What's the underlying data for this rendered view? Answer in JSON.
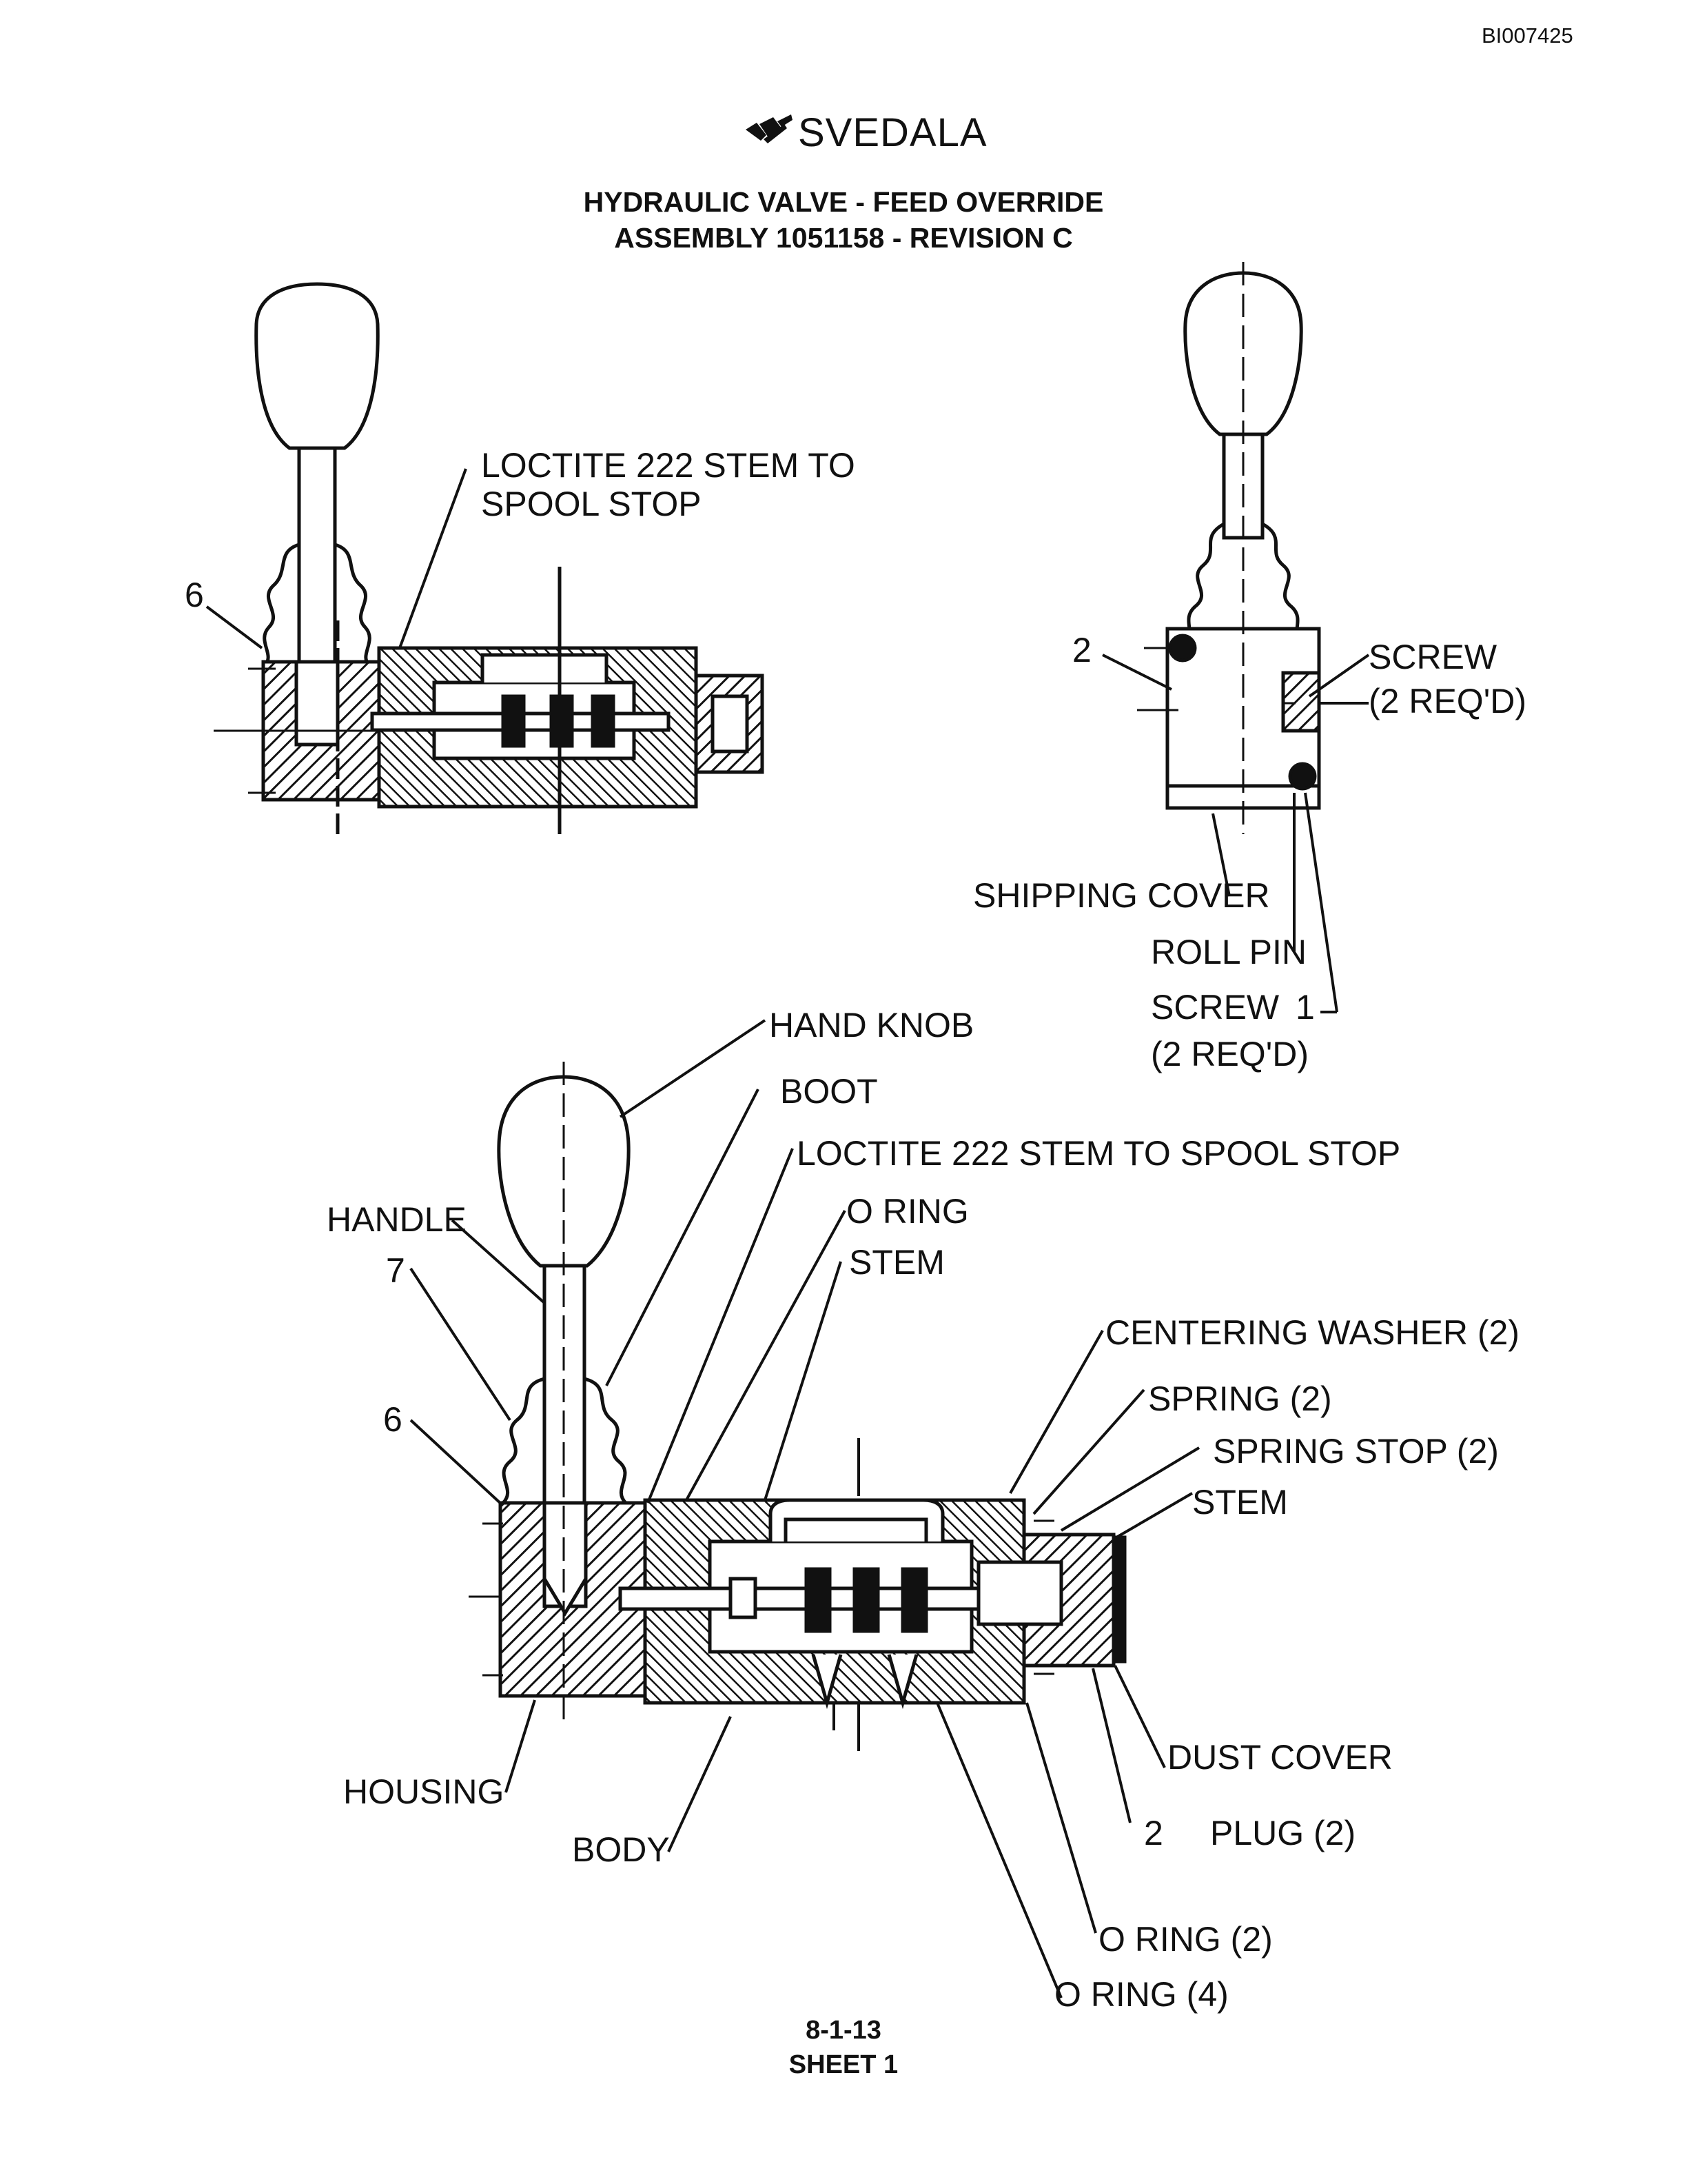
{
  "header": {
    "doc_id": "BI007425",
    "brand": "SVEDALA",
    "title_line1": "HYDRAULIC VALVE - FEED OVERRIDE",
    "title_line2": "ASSEMBLY 1051158 - REVISION C"
  },
  "top_left_view": {
    "callout_6": "6",
    "loctite_line1": "LOCTITE 222 STEM TO",
    "loctite_line2": "SPOOL STOP"
  },
  "top_right_view": {
    "callout_2": "2",
    "screw_top_line1": "SCREW",
    "screw_top_line2": "(2 REQ'D)",
    "shipping_cover": "SHIPPING COVER",
    "roll_pin": "ROLL PIN",
    "screw_bottom_line1": "SCREW",
    "screw_bottom_line2": "(2 REQ'D)",
    "callout_1": "1"
  },
  "main_view": {
    "hand_knob": "HAND KNOB",
    "boot": "BOOT",
    "loctite": "LOCTITE 222 STEM TO SPOOL STOP",
    "o_ring": "O RING",
    "stem_upper": "STEM",
    "handle": "HANDLE",
    "callout_7": "7",
    "callout_6": "6",
    "centering_washer": "CENTERING WASHER (2)",
    "spring": "SPRING (2)",
    "spring_stop": "SPRING STOP (2)",
    "stem_right": "STEM",
    "housing": "HOUSING",
    "body": "BODY",
    "dust_cover": "DUST COVER",
    "callout_2": "2",
    "plug": "PLUG (2)",
    "o_ring_2": "O RING (2)",
    "o_ring_4": "O RING (4)"
  },
  "footer": {
    "page_number": "8-1-13",
    "sheet": "SHEET 1"
  }
}
